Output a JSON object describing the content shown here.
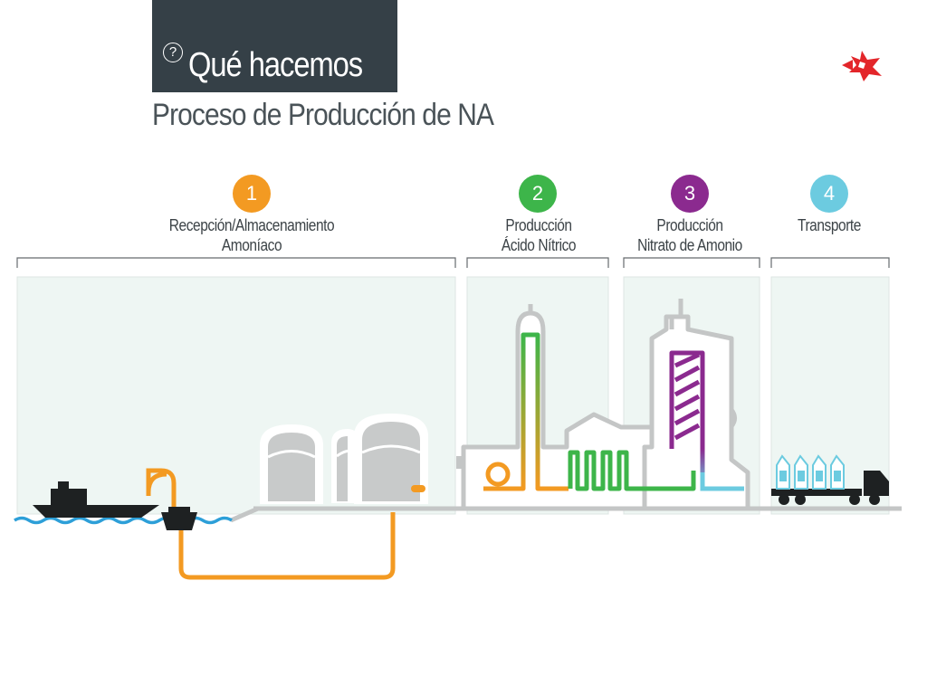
{
  "header": {
    "title": "Qué hacemos",
    "help_symbol": "?",
    "subtitle": "Proceso de Producción de NA"
  },
  "colors": {
    "title_bg": "#354047",
    "panel_bg": "#eef6f3",
    "step1": "#f39a22",
    "step2": "#3db54a",
    "step3": "#8b2a8f",
    "step4": "#6ccbe0",
    "water": "#2d9fd8",
    "logo": "#e3262a",
    "structure": "#c4c6c6"
  },
  "steps": [
    {
      "number": "1",
      "label_lines": [
        "Recepción/Almacenamiento",
        "Amoníaco"
      ]
    },
    {
      "number": "2",
      "label_lines": [
        "Producción",
        "Ácido Nítrico"
      ]
    },
    {
      "number": "3",
      "label_lines": [
        "Producción",
        "Nitrato de Amonio"
      ]
    },
    {
      "number": "4",
      "label_lines": [
        "Transporte"
      ]
    }
  ],
  "icons": {
    "logo": "repsol-flame-logo",
    "ship": "ship-icon",
    "truck": "truck-icon",
    "tanks": "storage-tank-icon",
    "buoy": "buoy-icon"
  }
}
